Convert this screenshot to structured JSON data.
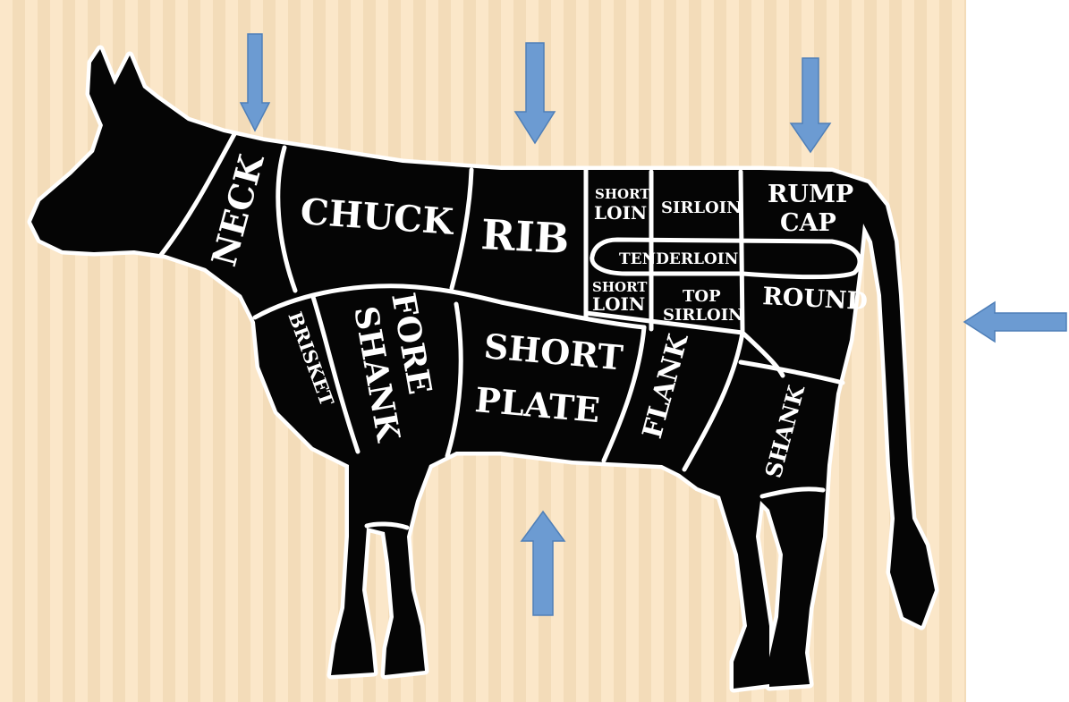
{
  "cuts": {
    "neck": "NECK",
    "chuck": "CHUCK",
    "rib": "RIB",
    "short_loin_upper_1": "SHORT",
    "short_loin_upper_2": "LOIN",
    "sirloin": "SIRLOIN",
    "rump_cap_1": "RUMP",
    "rump_cap_2": "CAP",
    "tenderloin": "TENDERLOIN",
    "short_loin_lower_1": "SHORT",
    "short_loin_lower_2": "LOIN",
    "top_sirloin_1": "TOP",
    "top_sirloin_2": "SIRLOIN",
    "round": "ROUND",
    "brisket": "BRISKET",
    "fore_shank_1": "FORE",
    "fore_shank_2": "SHANK",
    "short_plate_1": "SHORT",
    "short_plate_2": "PLATE",
    "flank": "FLANK",
    "shank": "SHANK"
  },
  "colors": {
    "arrow": "#6c9bd2",
    "silhouette": "#050505",
    "background_stripe_light": "#fbe7c9",
    "background_stripe_dark": "#f3dcb9"
  },
  "arrows": [
    {
      "direction": "down",
      "icon": "down-arrow-icon"
    },
    {
      "direction": "down",
      "icon": "down-arrow-icon"
    },
    {
      "direction": "down",
      "icon": "down-arrow-icon"
    },
    {
      "direction": "left",
      "icon": "left-arrow-icon"
    },
    {
      "direction": "up",
      "icon": "up-arrow-icon"
    }
  ]
}
